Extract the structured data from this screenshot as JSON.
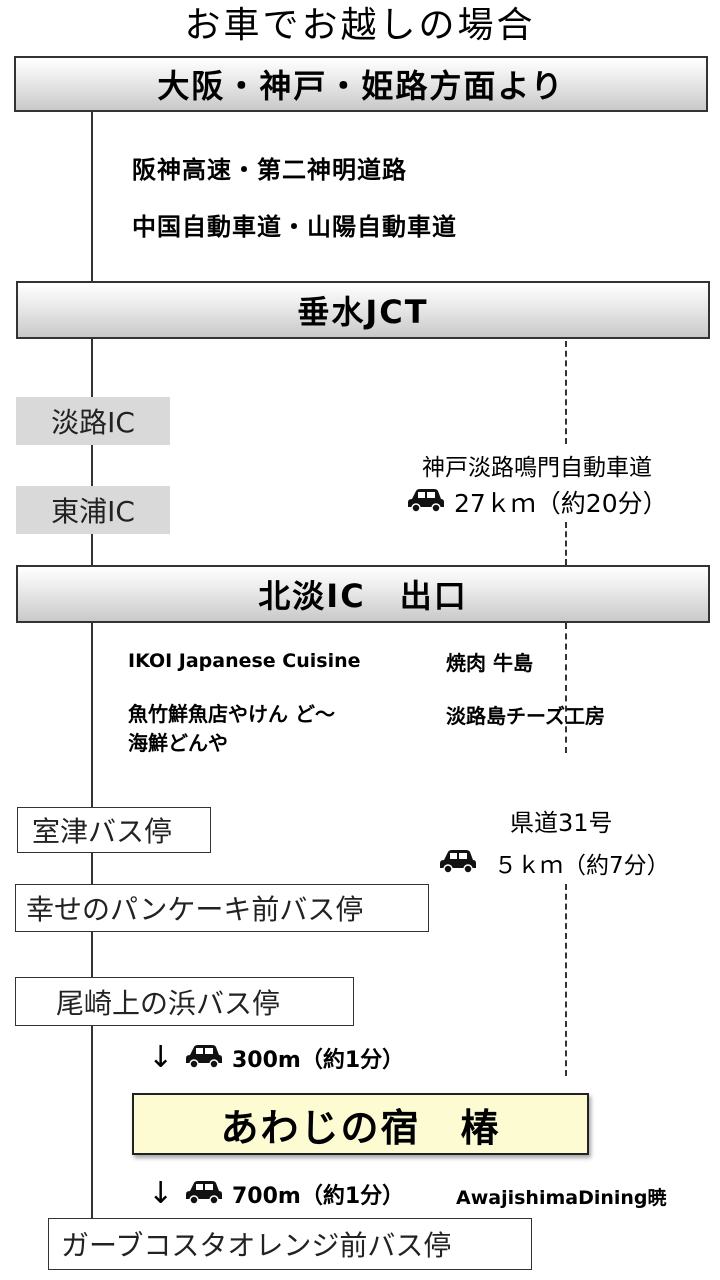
{
  "title": "お車でお越しの場合",
  "header_bar": "大阪・神戸・姫路方面より",
  "routes": [
    "阪神高速・第二神明道路",
    "中国自動車道・山陽自動車道"
  ],
  "jct": "垂水JCT",
  "interchanges": [
    "淡路IC",
    "東浦IC"
  ],
  "expressway": {
    "name": "神戸淡路鳴門自動車道",
    "distance": "27ｋｍ（約20分）"
  },
  "exit_bar": "北淡IC　出口",
  "restaurants": {
    "left": [
      "IKOI Japanese Cuisine",
      "魚竹鮮魚店やけん ど～\n海鮮どんや"
    ],
    "right": [
      "焼肉 牛島",
      "淡路島チーズ工房"
    ]
  },
  "bus_stops": [
    "室津バス停",
    "幸せのパンケーキ前バス停",
    "尾崎上の浜バス停"
  ],
  "prefectural_road": {
    "name": "県道31号",
    "distance": "５ｋｍ（約7分）"
  },
  "segment_1": {
    "arrow": "↓",
    "distance": "300m（約1分）"
  },
  "hotel": "あわじの宿　椿",
  "segment_2": {
    "arrow": "↓",
    "distance": "700m（約1分）"
  },
  "dining": "AwajishimaDining暁",
  "final_stop": "ガーブコスタオレンジ前バス停",
  "icons": {
    "car": "car-icon"
  }
}
